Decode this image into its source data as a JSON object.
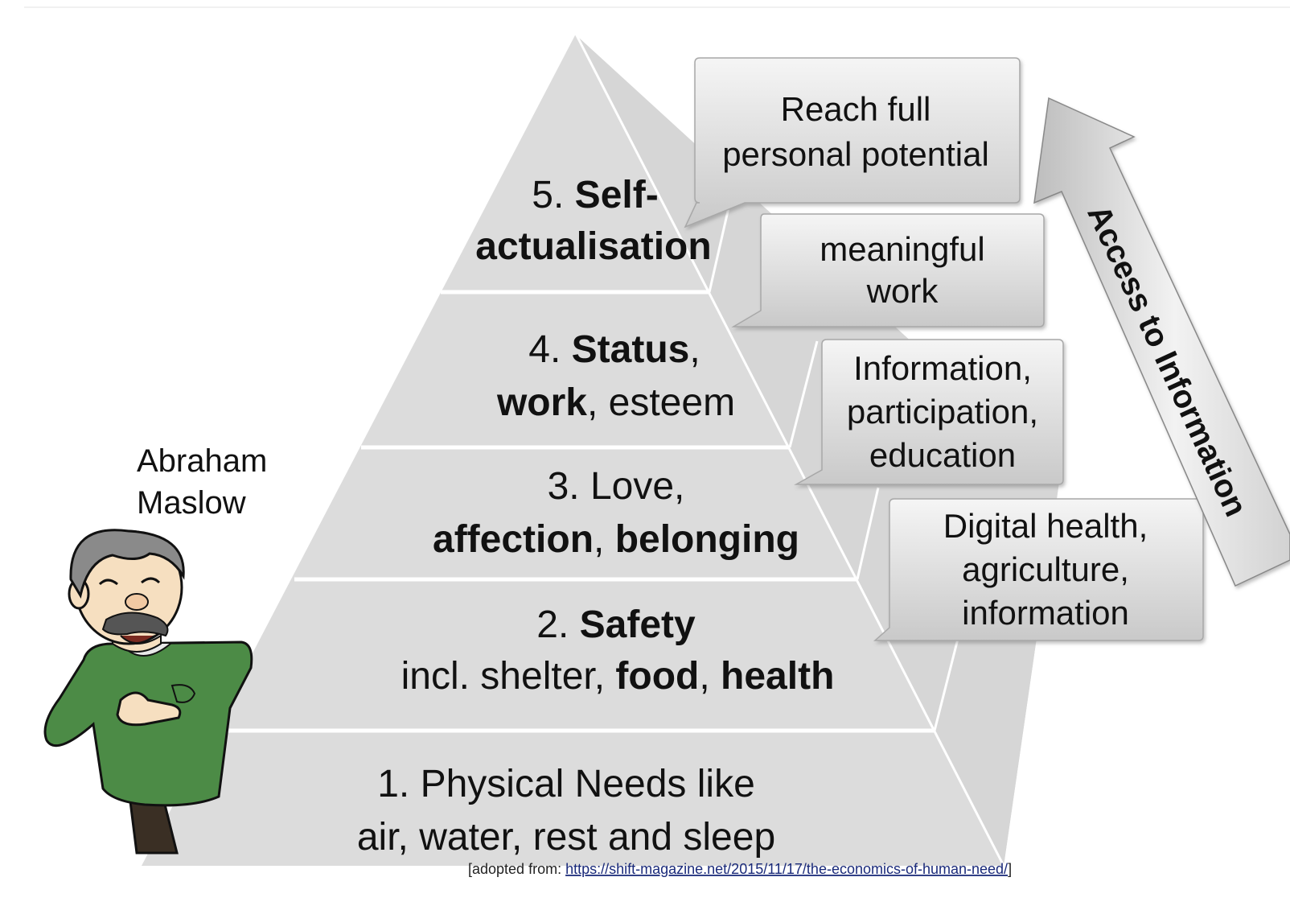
{
  "pyramid": {
    "levels": [
      {
        "line1": [
          {
            "t": "5.  ",
            "b": false
          },
          {
            "t": "Self-",
            "b": true
          }
        ],
        "line2": [
          {
            "t": "actualisation",
            "b": true
          }
        ]
      },
      {
        "line1": [
          {
            "t": "4. ",
            "b": false
          },
          {
            "t": "Status",
            "b": true
          },
          {
            "t": ",",
            "b": false
          }
        ],
        "line2": [
          {
            "t": "work",
            "b": true
          },
          {
            "t": ", esteem",
            "b": false
          }
        ]
      },
      {
        "line1": [
          {
            "t": "3.  Love,",
            "b": false
          }
        ],
        "line2": [
          {
            "t": "affection",
            "b": true
          },
          {
            "t": ", ",
            "b": false
          },
          {
            "t": "belonging",
            "b": true
          }
        ]
      },
      {
        "line1": [
          {
            "t": "2. ",
            "b": false
          },
          {
            "t": "Safety",
            "b": true
          }
        ],
        "line2": [
          {
            "t": "incl. shelter, ",
            "b": false
          },
          {
            "t": "food",
            "b": true
          },
          {
            "t": ", ",
            "b": false
          },
          {
            "t": "health",
            "b": true
          }
        ]
      },
      {
        "line1": [
          {
            "t": "1. Physical Needs like",
            "b": false
          }
        ],
        "line2": [
          {
            "t": "air, water, rest and sleep",
            "b": false
          }
        ]
      }
    ]
  },
  "callouts": [
    [
      "Reach full",
      "personal potential"
    ],
    [
      "meaningful",
      "work"
    ],
    [
      "Information,",
      "participation,",
      "education"
    ],
    [
      "Digital health,",
      "agriculture,",
      "information"
    ]
  ],
  "person": {
    "line1": "Abraham",
    "line2": "Maslow"
  },
  "arrow": {
    "label": "Access to Information"
  },
  "source": {
    "prefix": "[adopted from: ",
    "link": "https://shift-magazine.net/2015/11/17/the-economics-of-human-need/",
    "suffix": "]"
  },
  "colors": {
    "pyramid_face": "#dcdcdc",
    "pyramid_side": "#cfcfcf",
    "callout_top": "#f4f4f4",
    "callout_bottom": "#cdcdcd",
    "sweater": "#4c8b46"
  }
}
